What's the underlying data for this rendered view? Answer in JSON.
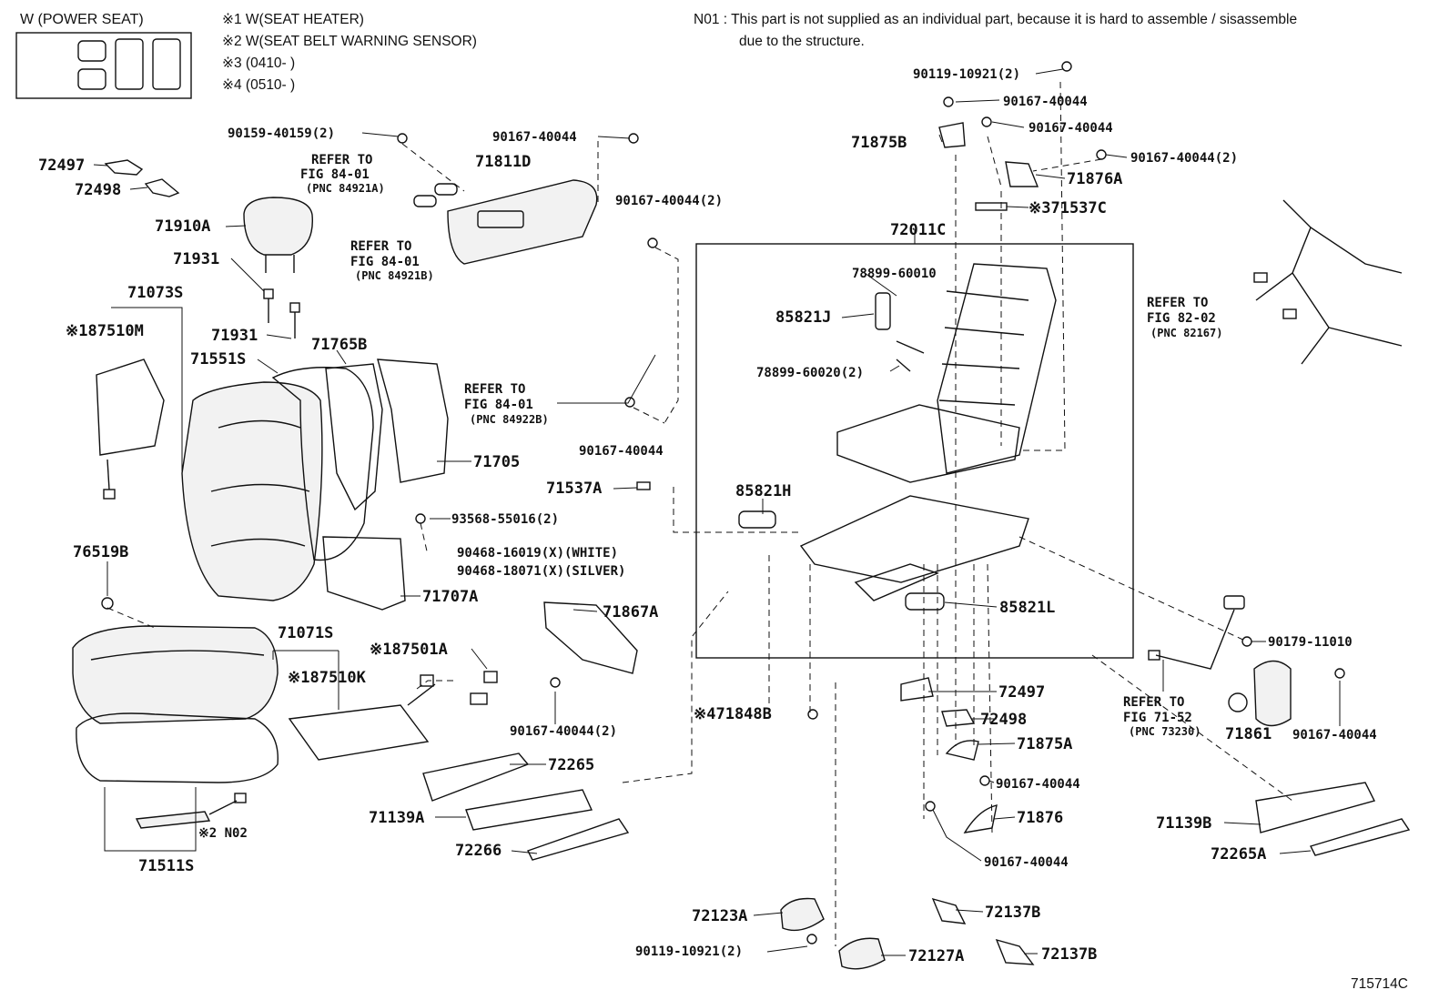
{
  "header": {
    "variant": "W (POWER SEAT)",
    "notes": [
      "※1 W(SEAT HEATER)",
      "※2 W(SEAT BELT WARNING SENSOR)",
      "※3 (0410-    )",
      "※4 (0510-    )"
    ],
    "n01_line1": "N01 : This part is not supplied as an individual part, because it is hard to assemble /  sisassemble",
    "n01_line2": "due to the structure."
  },
  "refer": {
    "r1": [
      "REFER TO",
      "FIG 84-01",
      "(PNC 84921A)"
    ],
    "r2": [
      "REFER TO",
      "FIG 84-01",
      "(PNC 84921B)"
    ],
    "r3": [
      "REFER TO",
      "FIG 84-01",
      "(PNC 84922B)"
    ],
    "r4": [
      "REFER TO",
      "FIG 82-02",
      "(PNC 82167)"
    ],
    "r5": [
      "REFER TO",
      "FIG 71-52",
      "(PNC 73230)"
    ]
  },
  "labels": {
    "p90159": "90159-40159(2)",
    "p90167a": "90167-40044",
    "p72497a": "72497",
    "p72498a": "72498",
    "p71811D": "71811D",
    "p71910A": "71910A",
    "p71931a": "71931",
    "p71931b": "71931",
    "p71073S": "71073S",
    "p187510M": "※187510M",
    "p71551S": "71551S",
    "p71765B": "71765B",
    "p71705": "71705",
    "p93568": "93568-55016(2)",
    "p90468a": "90468-16019(X)(WHITE)",
    "p90468b": "90468-18071(X)(SILVER)",
    "p71707A": "71707A",
    "p76519B": "76519B",
    "p71071S": "71071S",
    "p187510K": "※187510K",
    "p187501A": "※187501A",
    "p71511S": "71511S",
    "pN02": "※2 N02",
    "p90167b": "90167-40044(2)",
    "p90167c": "90167-40044",
    "p71537A": "71537A",
    "p71867A": "71867A",
    "p90167d": "90167-40044(2)",
    "p72265": "72265",
    "p71139A": "71139A",
    "p72266": "72266",
    "p72011C": "72011C",
    "p78899a": "78899-60010",
    "p85821J": "85821J",
    "p78899b": "78899-60020(2)",
    "p85821H": "85821H",
    "p85821L": "85821L",
    "p71848B": "※471848B",
    "p90119a": "90119-10921(2)",
    "p90167e": "90167-40044",
    "p90167f": "90167-40044",
    "p71875B": "71875B",
    "p90167g": "90167-40044(2)",
    "p71876A": "71876A",
    "p71537C": "※371537C",
    "p72497b": "72497",
    "p72498b": "72498",
    "p71875A": "71875A",
    "p90167h": "90167-40044",
    "p71876": "71876",
    "p90167i": "90167-40044",
    "p72123A": "72123A",
    "p90119b": "90119-10921(2)",
    "p72127A": "72127A",
    "p72137Ba": "72137B",
    "p72137Bb": "72137B",
    "p90179": "90179-11010",
    "p71861": "71861",
    "p90167j": "90167-40044",
    "p71139B": "71139B",
    "p72265A": "72265A"
  },
  "figure_code": "715714C"
}
